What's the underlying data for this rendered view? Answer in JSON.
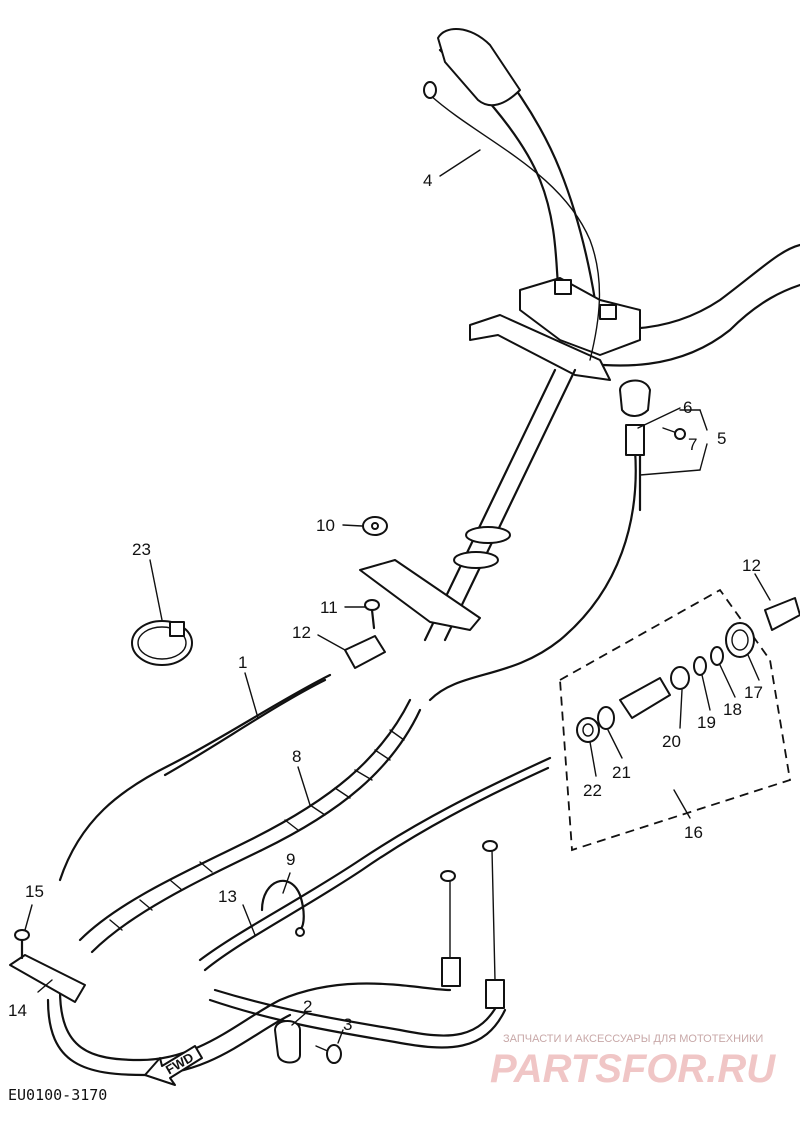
{
  "diagram": {
    "part_numbers": {
      "p1": "1",
      "p2": "2",
      "p3": "3",
      "p4": "4",
      "p5": "5",
      "p6": "6",
      "p7": "7",
      "p8": "8",
      "p9": "9",
      "p10": "10",
      "p11": "11",
      "p12a": "12",
      "p12b": "12",
      "p13": "13",
      "p14": "14",
      "p15": "15",
      "p16": "16",
      "p17": "17",
      "p18": "18",
      "p19": "19",
      "p20": "20",
      "p21": "21",
      "p22": "22",
      "p23": "23"
    },
    "fwd_label": "FWD",
    "code": "EU0100-3170"
  },
  "watermark": {
    "caption": "ЗАПЧАСТИ И АКСЕССУАРЫ ДЛЯ МОТОТЕХНИКИ",
    "logo": "PARTSFOR.RU"
  }
}
